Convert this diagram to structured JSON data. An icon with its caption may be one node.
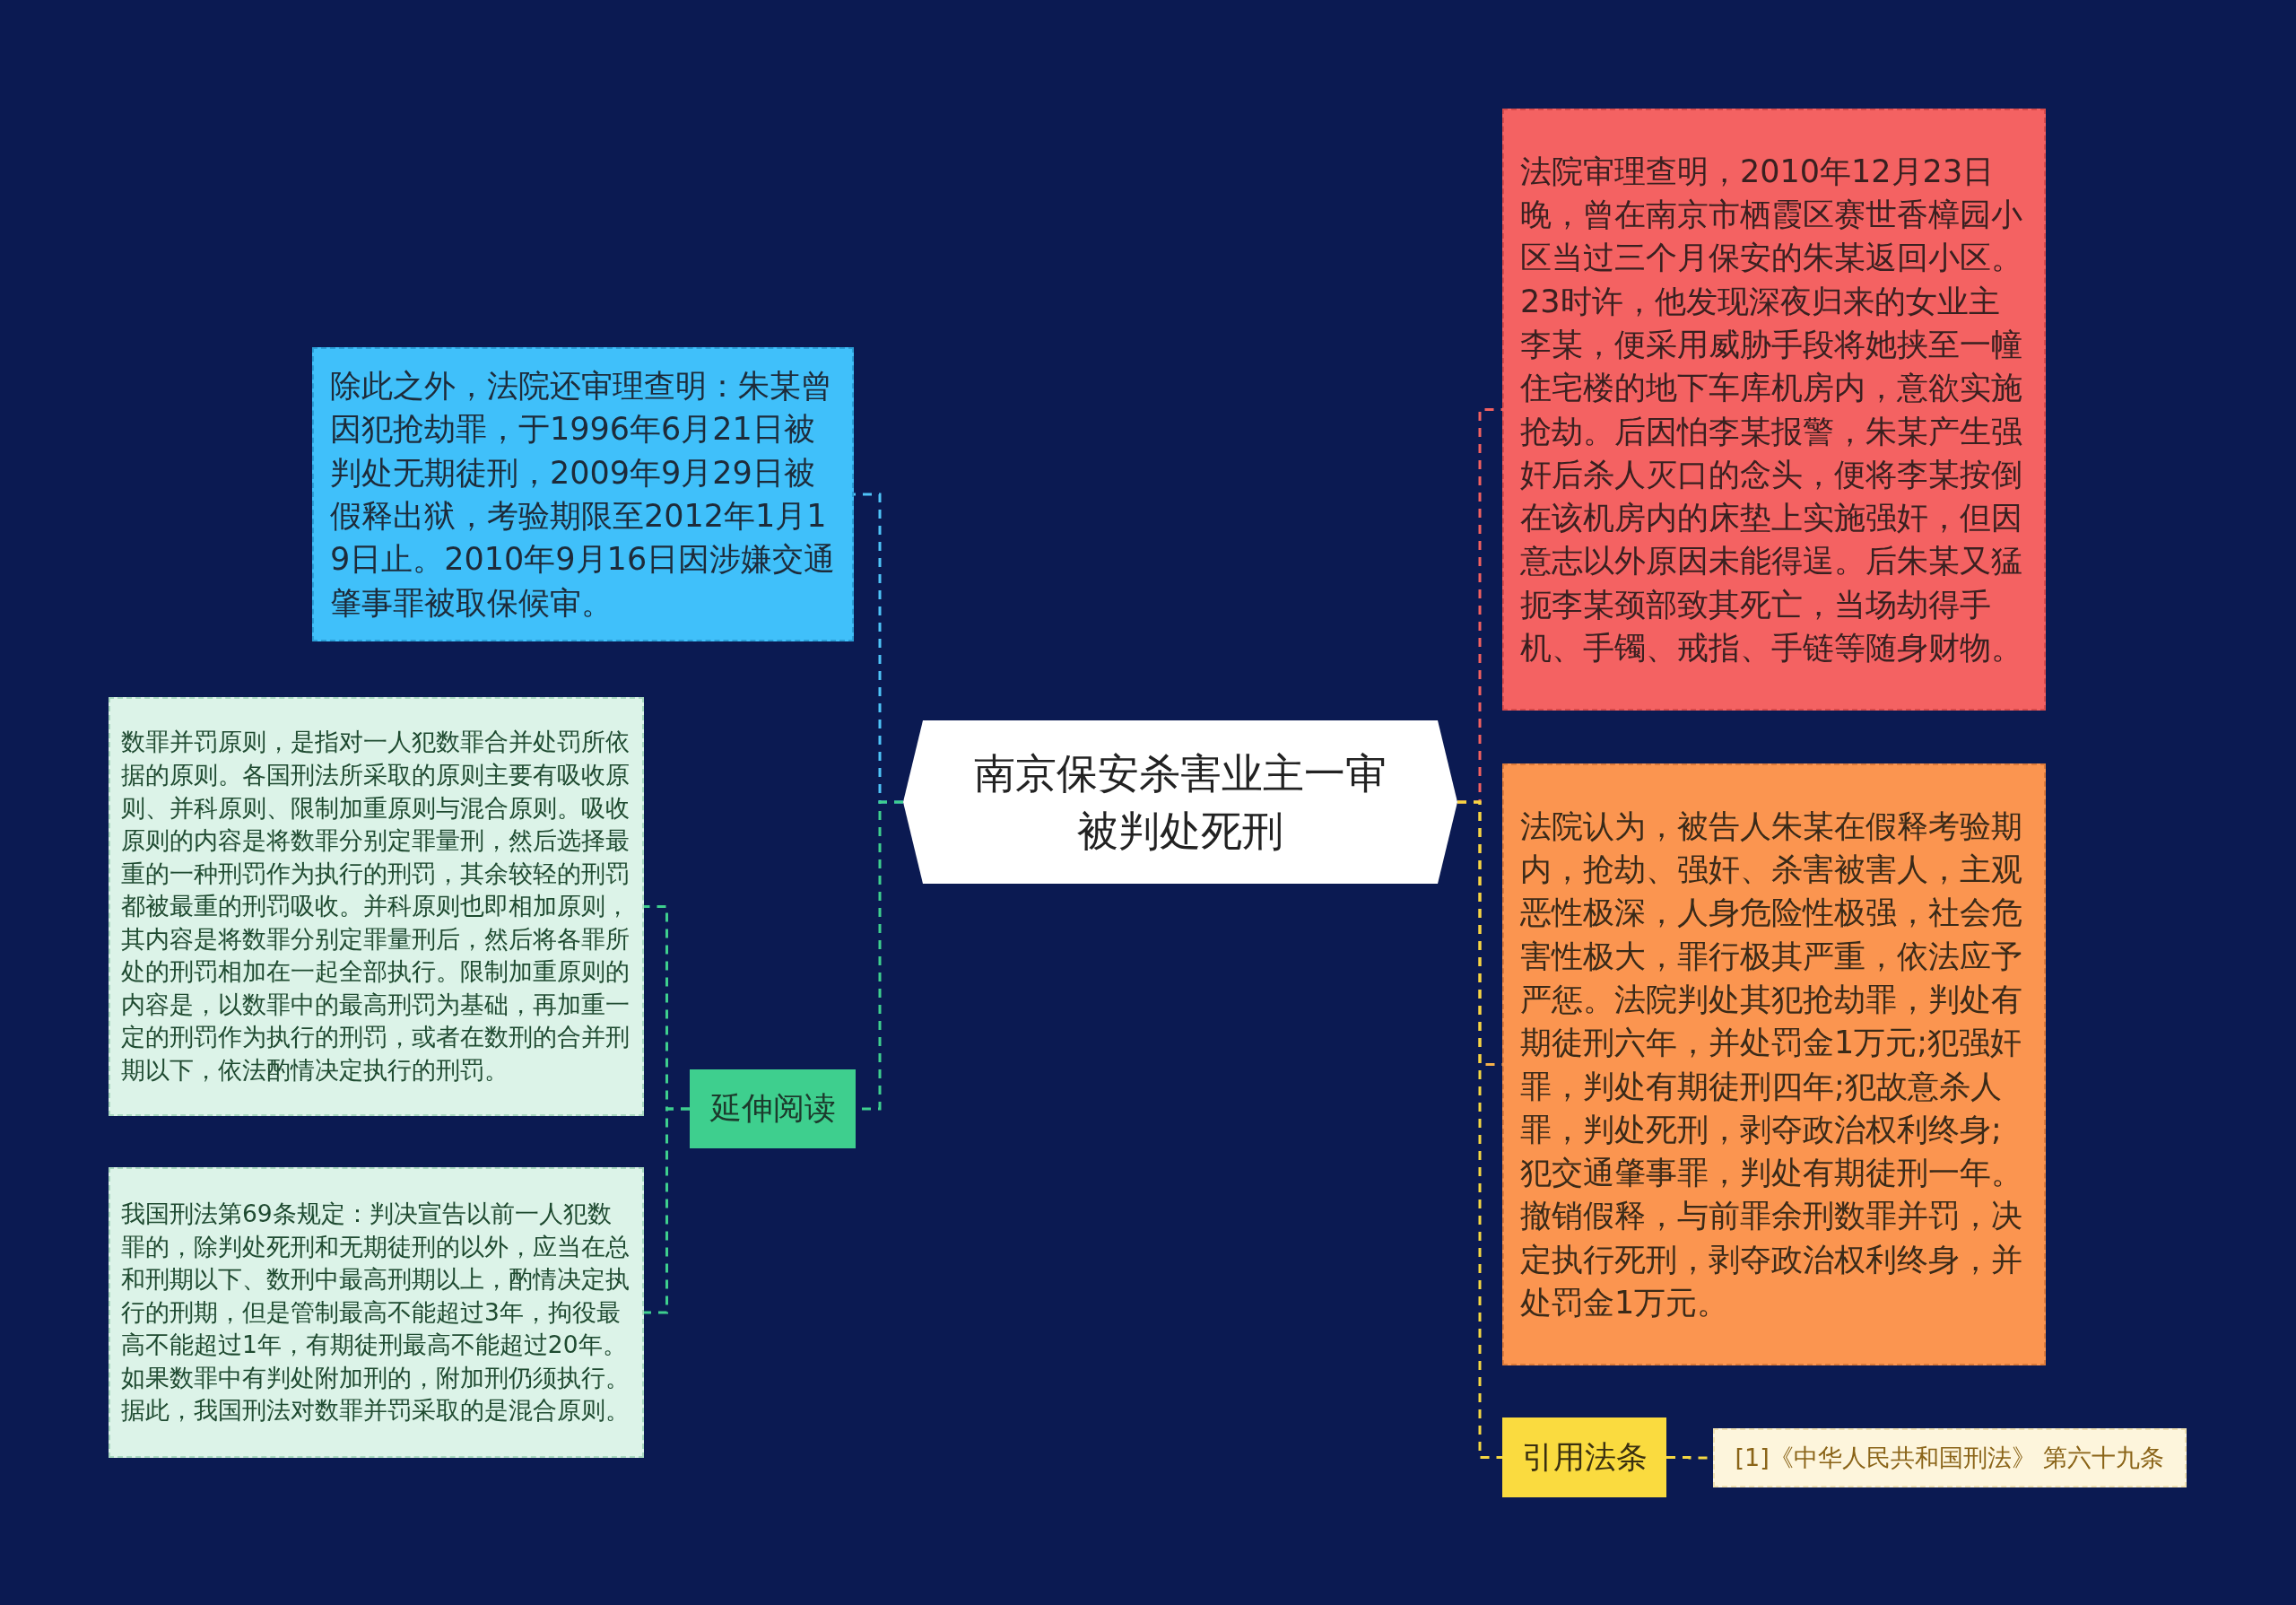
{
  "diagram": {
    "nodes": [
      {
        "text": [
          "南京保安杀害业主一审被判处死刑"
        ]
      },
      {
        "text": [
          "除此之外，法院还审理查明：朱某曾因犯抢劫罪，于1996年6月21日被判处无期徒刑，2009年9月29日被假释出狱，考验期限至2012年1月19日止。2010年9月16日因涉嫌交通肇事罪被取保候审。"
        ]
      },
      {
        "text": [
          "延伸阅读"
        ]
      },
      {
        "text": [
          "数罪并罚原则，是指对一人犯数罪合并处罚所依据的原则。各国刑法所采取的原则主要有吸收原则、并科原则、限制加重原则与混合原则。吸收原则的内容是将数罪分别定罪量刑，然后选择最重的一种刑罚作为执行的刑罚，其余较轻的刑罚都被最重的刑罚吸收。并科原则也即相加原则，其内容是将数罪分别定罪量刑后，然后将各罪所处的刑罚相加在一起全部执行。限制加重原则的内容是，以数罪中的最高刑罚为基础，再加重一定的刑罚作为执行的刑罚，或者在数刑的合并刑期以下，依法酌情决定执行的刑罚。"
        ]
      },
      {
        "text": [
          "我国刑法第69条规定：判决宣告以前一人犯数罪的，除判处死刑和无期徒刑的以外，应当在总和刑期以下、数刑中最高刑期以上，酌情决定执行的刑期，但是管制最高不能超过3年，拘役最高不能超过1年，有期徒刑最高不能超过20年。如果数罪中有判处附加刑的，附加刑仍须执行。据此，我国刑法对数罪并罚采取的是混合原则。"
        ]
      },
      {
        "text": [
          "法院审理查明，2010年12月23日晚，曾在南京市栖霞区赛世香樟园小区当过三个月保安的朱某返回小区。23时许，他发现深夜归来的女业主李某，便采用威胁手段将她挟至一幢住宅楼的地下车库机房内，意欲实施抢劫。后因怕李某报警，朱某产生强奸后杀人灭口的念头，便将李某按倒在该机房内的床垫上实施强奸，但因意志以外原因未能得逞。后朱某又猛扼李某颈部致其死亡，当场劫得手机、手镯、戒指、手链等随身财物。"
        ]
      },
      {
        "text": [
          "法院认为，被告人朱某在假释考验期内，抢劫、强奸、杀害被害人，主观恶性极深，人身危险性极强，社会危害性极大，罪行极其严重，依法应予严惩。法院判处其犯抢劫罪，判处有期徒刑六年，并处罚金1万元;犯强奸罪，判处有期徒刑四年;犯故意杀人罪，判处死刑，剥夺政治权利终身;犯交通肇事罪，判处有期徒刑一年。撤销假释，与前罪余刑数罪并罚，决定执行死刑，剥夺政治权利终身，并处罚金1万元。"
        ]
      },
      {
        "text": [
          "引用法条"
        ]
      },
      {
        "text": [
          "[1]《中华人民共和国刑法》 第六十九条"
        ]
      }
    ],
    "edges": [
      {
        "from": 0,
        "to": 1,
        "arrow": "none",
        "color": "#4fc3f7"
      },
      {
        "from": 0,
        "to": 2,
        "arrow": "none",
        "color": "#3ecf8e"
      },
      {
        "from": 2,
        "to": 3,
        "arrow": "none",
        "color": "#3ecf8e"
      },
      {
        "from": 2,
        "to": 4,
        "arrow": "none",
        "color": "#3ecf8e"
      },
      {
        "from": 0,
        "to": 5,
        "arrow": "none",
        "color": "#f26060"
      },
      {
        "from": 0,
        "to": 6,
        "arrow": "none",
        "color": "#f5b14a"
      },
      {
        "from": 0,
        "to": 7,
        "arrow": "none",
        "color": "#f5d742"
      },
      {
        "from": 7,
        "to": 8,
        "arrow": "none",
        "color": "#f5d742"
      }
    ]
  }
}
